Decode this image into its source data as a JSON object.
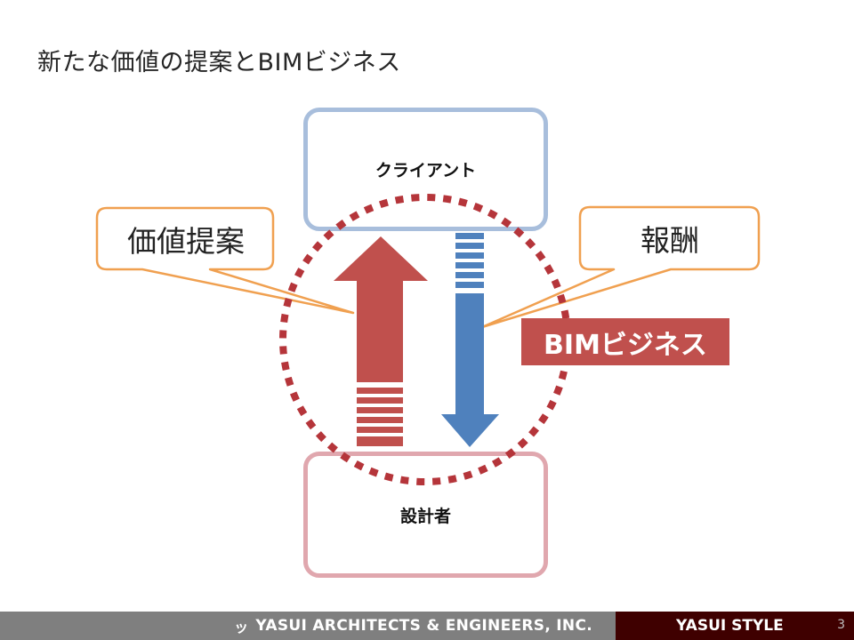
{
  "slide": {
    "title": "新たな価値の提案とBIMビジネス",
    "client_label": "クライアント",
    "designer_label": "設計者",
    "value_callout": "価値提案",
    "reward_callout": "報酬",
    "business_badge": "BIMビジネス"
  },
  "colors": {
    "client_border": "#A8BEDC",
    "designer_border": "#E0A7AE",
    "callout_border": "#F0A050",
    "up_arrow": "#C0504D",
    "down_arrow": "#4F81BD",
    "circle": "#B5353A",
    "badge": "#C0504D",
    "footer_gray": "#7F7F7F",
    "footer_dark": "#3F0000"
  },
  "footer": {
    "logo_mark": "ッ",
    "company": "YASUI ARCHITECTS & ENGINEERS, INC.",
    "brand": "YASUI STYLE",
    "page_number": "3"
  }
}
